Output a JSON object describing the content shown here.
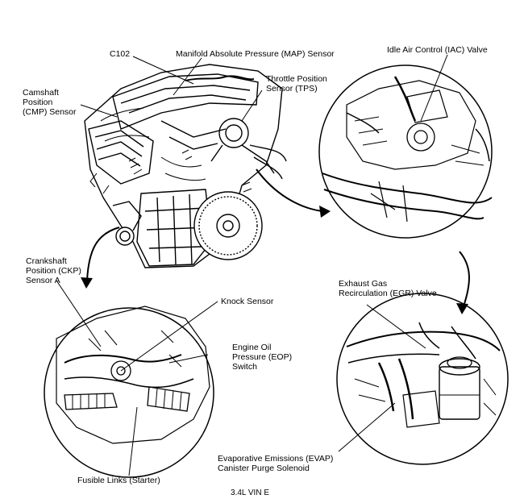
{
  "labels": {
    "c102": "C102",
    "map_sensor": "Manifold Absolute Pressure (MAP) Sensor",
    "iac_valve": "Idle Air Control (IAC) Valve",
    "tps": [
      "Throttle Position",
      "Sensor (TPS)"
    ],
    "cmp_sensor": [
      "Camshaft",
      "Position",
      "(CMP) Sensor"
    ],
    "ckp_sensor": [
      "Crankshaft",
      "Position (CKP)",
      "Sensor A"
    ],
    "knock_sensor": "Knock Sensor",
    "eop_switch": [
      "Engine Oil",
      "Pressure (EOP)",
      "Switch"
    ],
    "egr_valve": [
      "Exhaust Gas",
      "Recirculation (EGR) Valve"
    ],
    "evap_solenoid": [
      "Evaporative Emissions (EVAP)",
      "Canister Purge Solenoid"
    ],
    "fusible_links": "Fusible Links (Starter)"
  },
  "caption": "3.4L VIN E"
}
